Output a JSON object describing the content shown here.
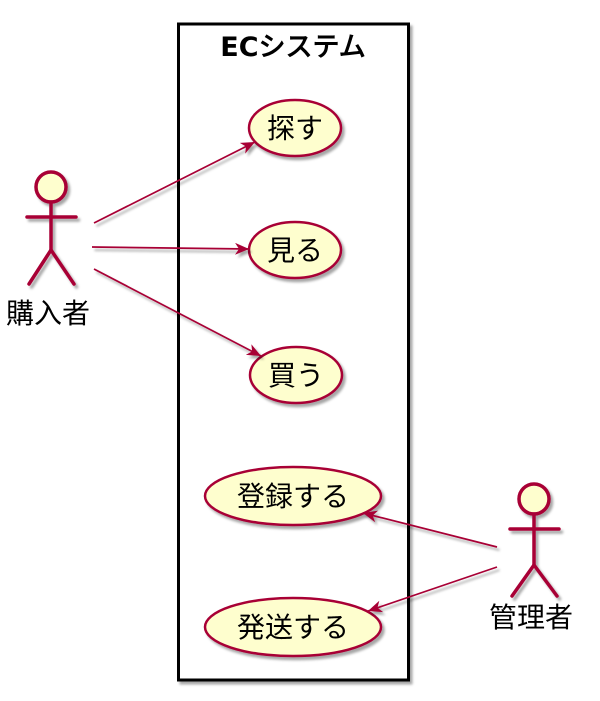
{
  "diagram": {
    "type": "UML use case diagram",
    "system": {
      "title": "ECシステム"
    },
    "actors": [
      {
        "id": "buyer",
        "name": "購入者"
      },
      {
        "id": "admin",
        "name": "管理者"
      }
    ],
    "usecases": [
      {
        "id": "search",
        "label": "探す"
      },
      {
        "id": "view",
        "label": "見る"
      },
      {
        "id": "buy",
        "label": "買う"
      },
      {
        "id": "register",
        "label": "登録する"
      },
      {
        "id": "ship",
        "label": "発送する"
      }
    ],
    "associations": [
      {
        "from": "購入者",
        "to": "探す"
      },
      {
        "from": "購入者",
        "to": "見る"
      },
      {
        "from": "購入者",
        "to": "買う"
      },
      {
        "from": "管理者",
        "to": "登録する"
      },
      {
        "from": "管理者",
        "to": "発送する"
      }
    ],
    "colors": {
      "accent": "#A80036",
      "shape_fill": "#FEFECE",
      "boundary": "#000000",
      "text": "#000000",
      "background": "#FFFFFF"
    }
  }
}
